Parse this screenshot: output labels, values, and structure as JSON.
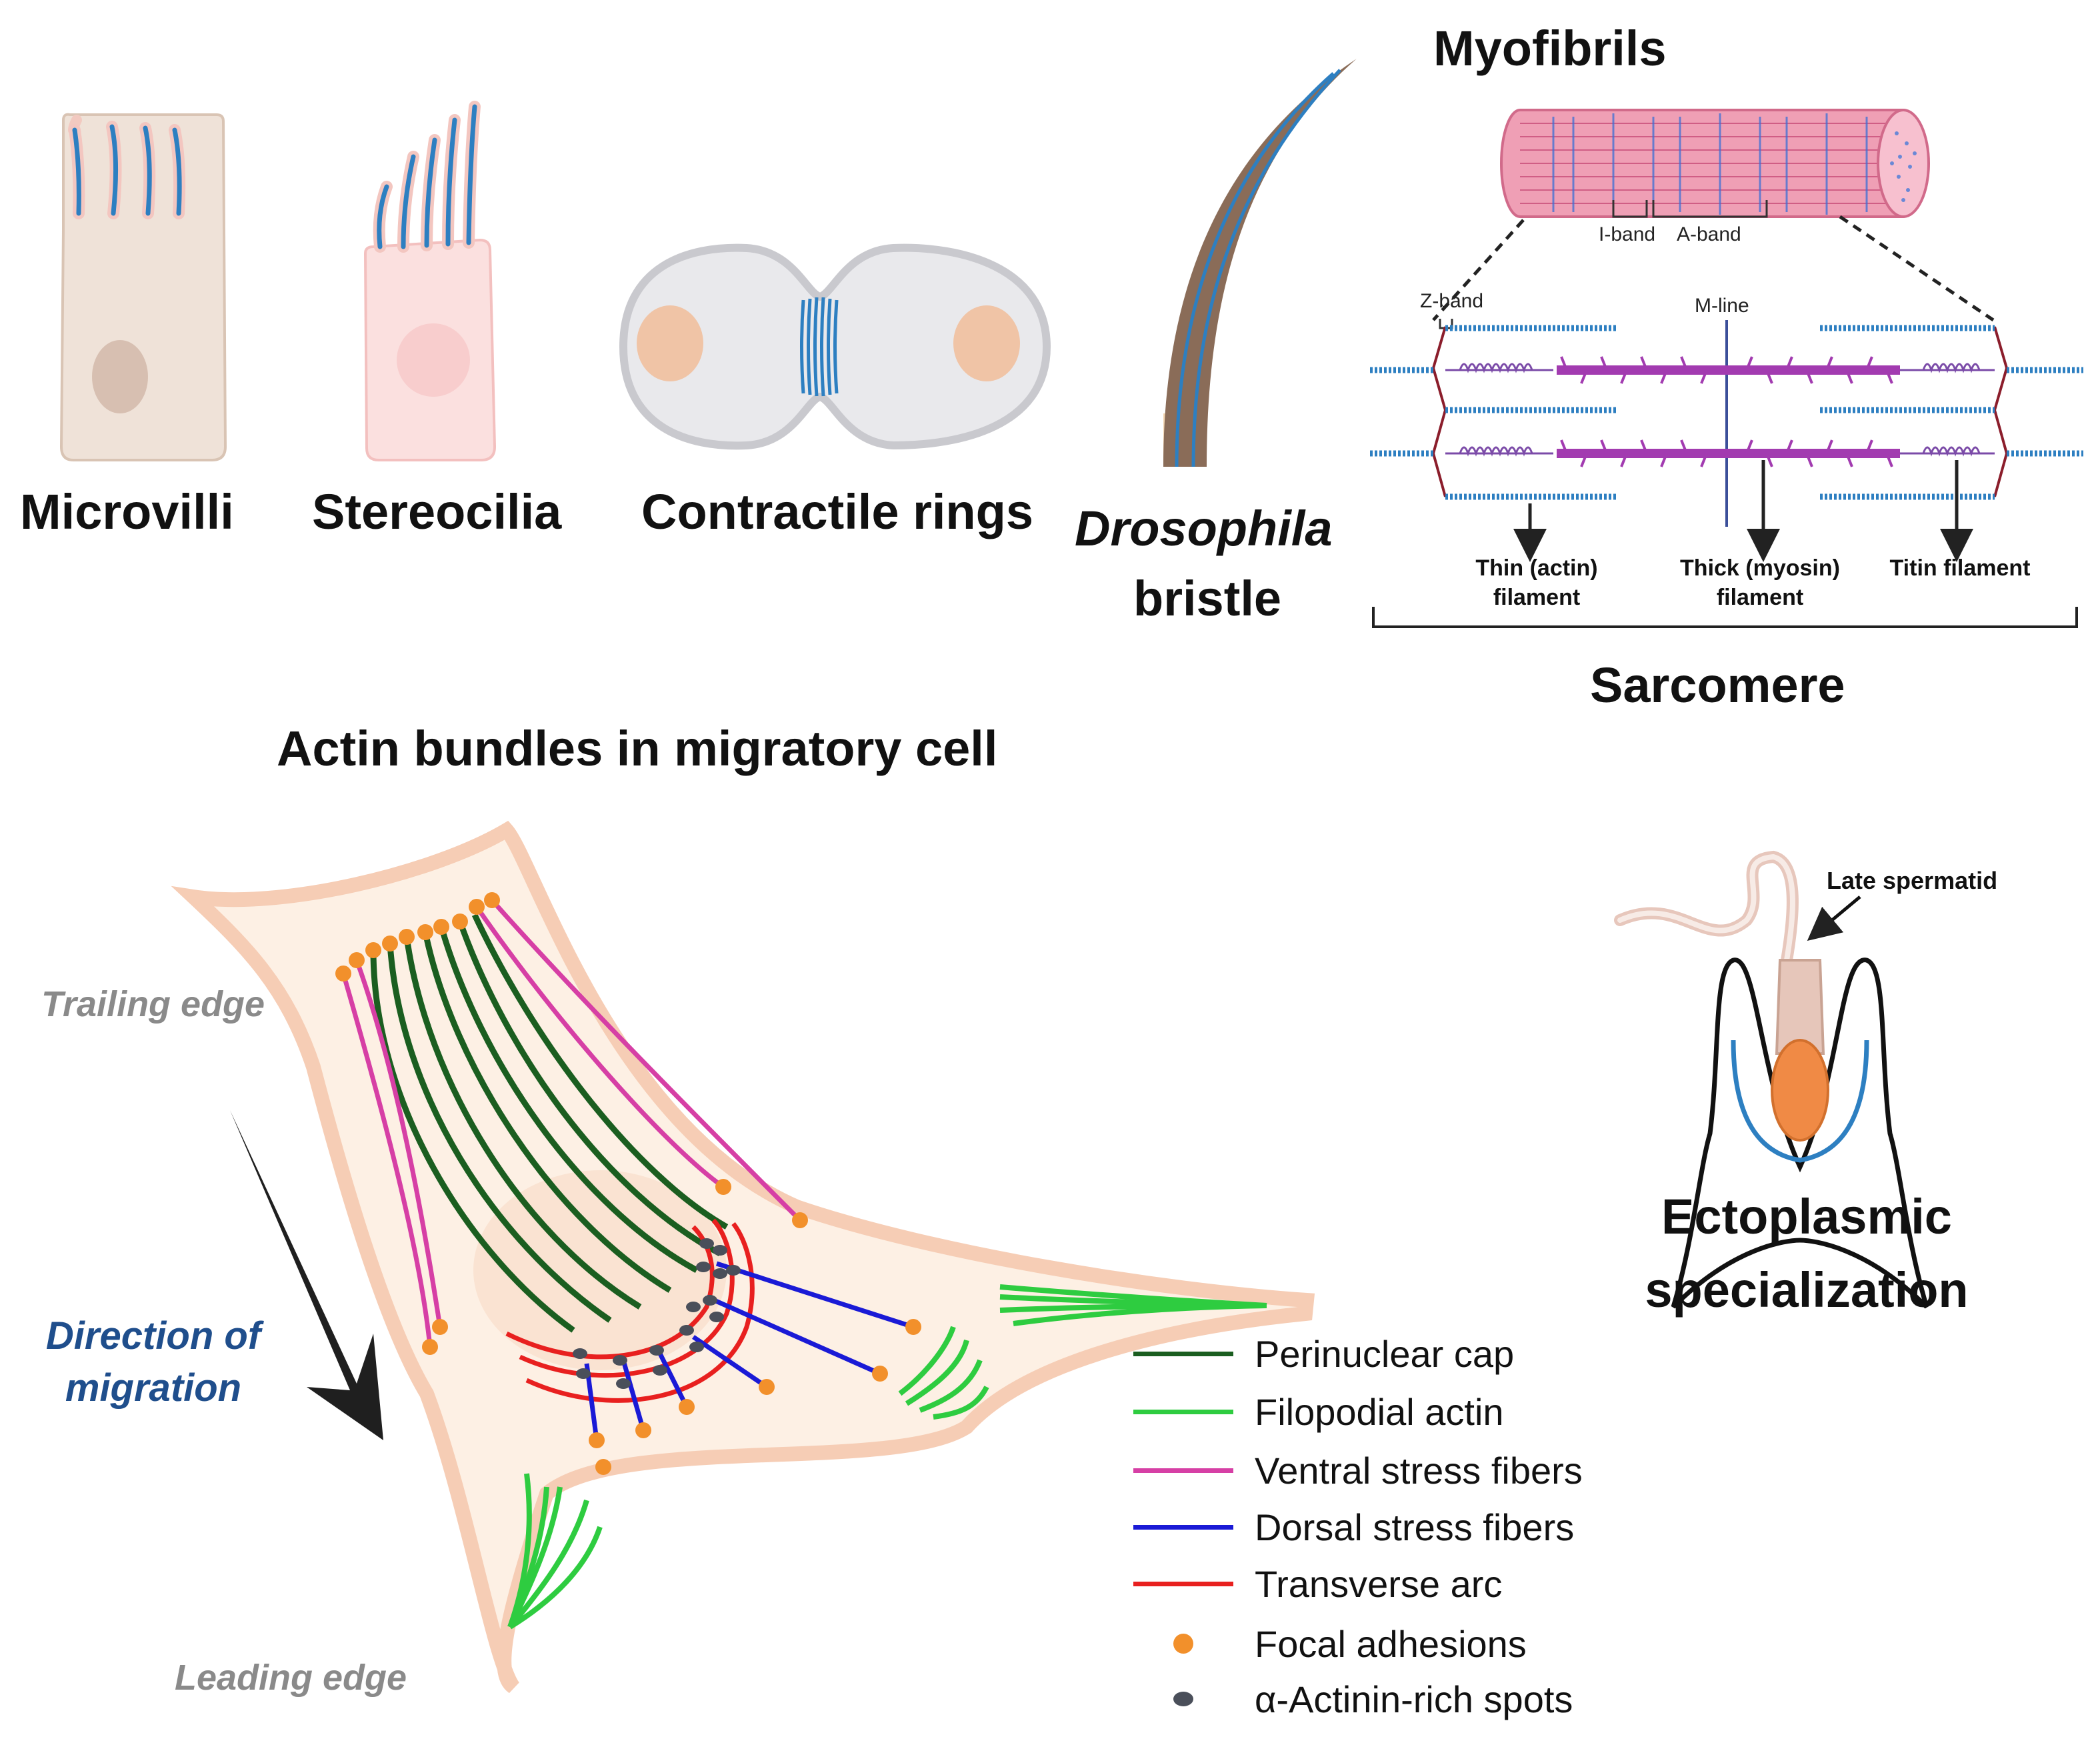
{
  "labels": {
    "microvilli": "Microvilli",
    "stereocilia": "Stereocilia",
    "contractile_rings": "Contractile rings",
    "drosophila": "Drosophila",
    "bristle": "bristle",
    "myofibrils": "Myofibrils",
    "i_band": "I-band",
    "a_band": "A-band",
    "z_band": "Z-band",
    "m_line": "M-line",
    "thin_filament": "Thin (actin)\nfilament",
    "thick_filament": "Thick (myosin)\nfilament",
    "titin_filament": "Titin filament",
    "sarcomere": "Sarcomere",
    "migratory_title": "Actin bundles in migratory cell",
    "trailing_edge": "Trailing edge",
    "leading_edge": "Leading  edge",
    "direction_line1": "Direction of",
    "direction_line2": "migration",
    "late_spermatid": "Late spermatid",
    "ecto_line1": "Ectoplasmic",
    "ecto_line2": "specialization"
  },
  "legend": [
    {
      "label": "Perinuclear cap",
      "color": "#1b5e20",
      "marker": "line"
    },
    {
      "label": "Filopodial actin",
      "color": "#2ecc40",
      "marker": "line"
    },
    {
      "label": "Ventral stress fibers",
      "color": "#d63fa5",
      "marker": "line"
    },
    {
      "label": "Dorsal stress fibers",
      "color": "#1a1ad6",
      "marker": "line"
    },
    {
      "label": "Transverse arc",
      "color": "#e8201f",
      "marker": "line"
    },
    {
      "label": "Focal adhesions",
      "color": "#f2902b",
      "marker": "dot"
    },
    {
      "label": "α-Actinin-rich spots",
      "color": "#4a4f5a",
      "marker": "ellipse"
    }
  ],
  "colors": {
    "cell_fill": "#fdf0e4",
    "cell_outline": "#f6cdb5",
    "actin_blue": "#2d7fc1",
    "nucleus": "#e8b49a",
    "myosin": "#a23bb0"
  }
}
